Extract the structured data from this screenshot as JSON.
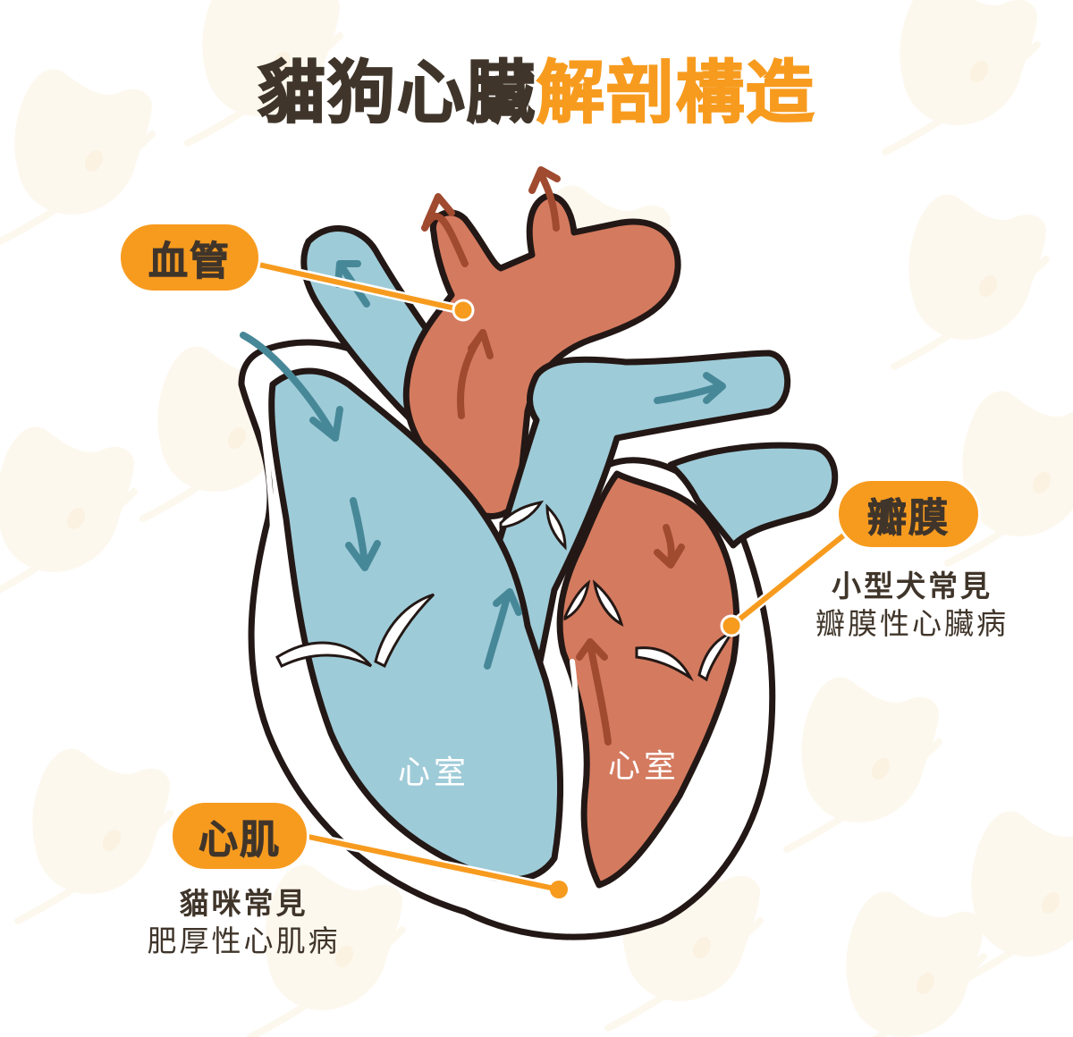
{
  "title": {
    "part_dark": "貓狗心臟",
    "part_orange": "解剖構造"
  },
  "colors": {
    "background": "#ffffff",
    "pattern": "#fdf8ee",
    "title_dark": "#40352a",
    "accent_orange": "#f79b1f",
    "vessel_blue": "#9ecbd8",
    "arrow_blue": "#478898",
    "vessel_red": "#d47a5f",
    "arrow_red": "#a04a30",
    "outline": "#231815"
  },
  "labels": {
    "blood_vessel": {
      "tag": "血管"
    },
    "valve": {
      "tag": "瓣膜",
      "line1": "小型犬常見",
      "line2": "瓣膜性心臟病"
    },
    "myocardium": {
      "tag": "心肌",
      "line1": "貓咪常見",
      "line2": "肥厚性心肌病"
    }
  },
  "chambers": {
    "left_ventricle": "心室",
    "right_ventricle": "心室"
  },
  "icons": {
    "background_pattern": "cat-silhouette-icon",
    "blood_flow": "arrow-icon"
  }
}
